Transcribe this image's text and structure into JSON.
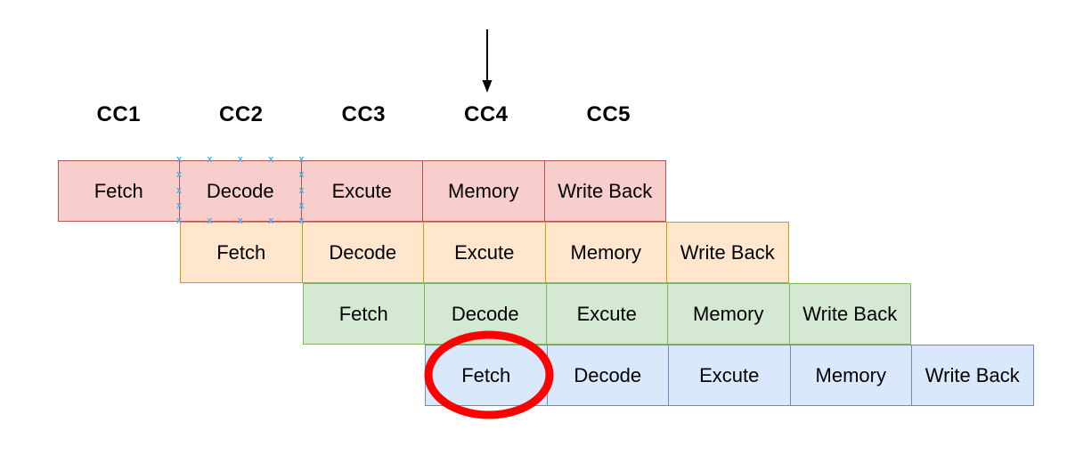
{
  "diagram": {
    "clock_labels": [
      "CC1",
      "CC2",
      "CC3",
      "CC4",
      "CC5"
    ],
    "stage_rows": [
      {
        "fill": "#f8cecc",
        "stroke": "#b85450",
        "cells": [
          "Fetch",
          "Decode",
          "Excute",
          "Memory",
          "Write Back"
        ]
      },
      {
        "fill": "#ffe6cc",
        "stroke": "#d79b00",
        "cells": [
          "Fetch",
          "Decode",
          "Excute",
          "Memory",
          "Write Back"
        ]
      },
      {
        "fill": "#d5e8d4",
        "stroke": "#82b366",
        "cells": [
          "Fetch",
          "Decode",
          "Excute",
          "Memory",
          "Write Back"
        ]
      },
      {
        "fill": "#dae8fc",
        "stroke": "#6c8ebf",
        "cells": [
          "Fetch",
          "Decode",
          "Excute",
          "Memory",
          "Write Back"
        ]
      }
    ],
    "annotations": {
      "down_arrow": {
        "color": "#000000",
        "points_to": "CC4"
      },
      "highlight_ellipse": {
        "color": "#fe0000",
        "around": "Fetch"
      },
      "selection_marks": {
        "glyph": "x",
        "color": "#4fb0f0",
        "on": "Decode"
      }
    }
  }
}
